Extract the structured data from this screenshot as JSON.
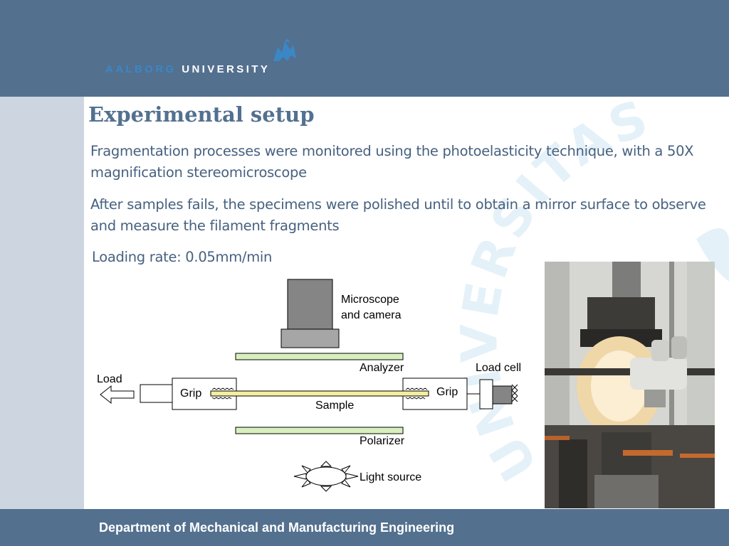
{
  "header": {
    "logo": {
      "left_word": "AALBORG",
      "right_word": "UNIVERSITY"
    }
  },
  "slide": {
    "title": "Experimental setup",
    "paragraphs": [
      "Fragmentation processes were monitored using the photoelasticity technique, with a 50X magnification stereomicroscope",
      "After samples fails, the specimens were polished until to obtain a mirror surface to observe and measure the filament fragments"
    ],
    "loading_rate": "Loading rate: 0.05mm/min",
    "watermark_text": "UNIVERSITAS"
  },
  "diagram": {
    "labels": {
      "microscope_line1": "Microscope",
      "microscope_line2": "and camera",
      "analyzer": "Analyzer",
      "load_cell": "Load cell",
      "load": "Load",
      "grip_left": "Grip",
      "grip_right": "Grip",
      "sample": "Sample",
      "polarizer": "Polarizer",
      "light_source": "Light source"
    },
    "colors": {
      "filter": "#d8f0c0",
      "sample": "#f5eea0",
      "microscope": "#858585"
    }
  },
  "photo": {
    "icon": "photo-icon"
  },
  "footer": {
    "department": "Department of Mechanical and Manufacturing Engineering"
  }
}
